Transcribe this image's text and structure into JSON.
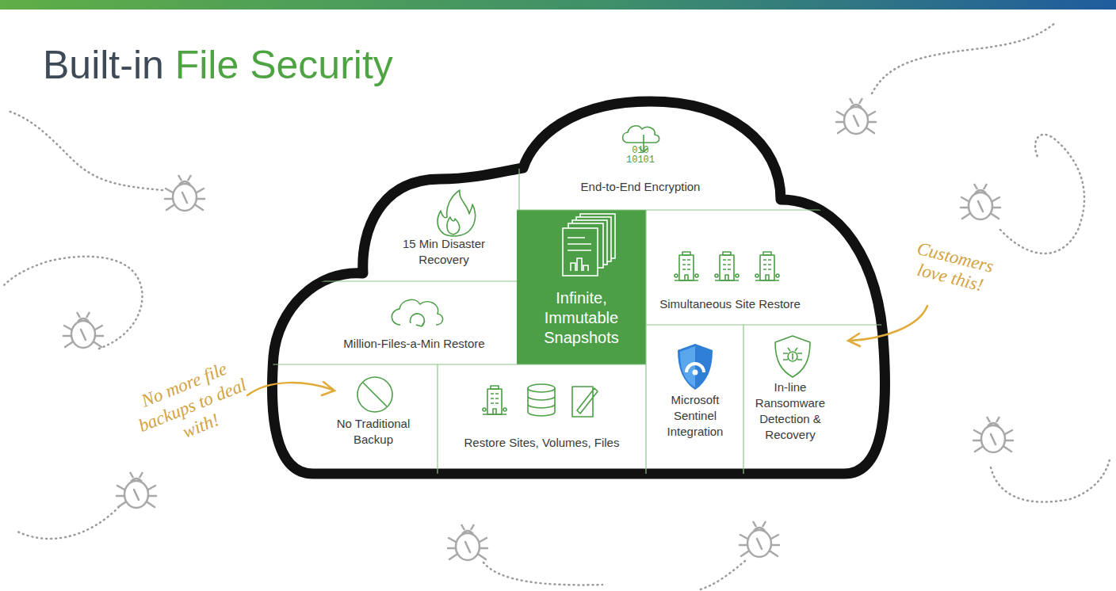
{
  "diagram": {
    "title": "Built-in File Security",
    "nodes": [
      {
        "text": [
          "End-to-End Encryption"
        ]
      },
      {
        "text": [
          "15 Min Disaster Recovery"
        ]
      },
      {
        "text": [
          "Infinite, Immutable Snapshots"
        ]
      },
      {
        "text": [
          "Simultaneous Site Restore"
        ]
      },
      {
        "text": [
          "Million-Files-a-Min Restore"
        ]
      },
      {
        "text": [
          "No Traditional Backup"
        ]
      },
      {
        "text": [
          "Restore Sites, Volumes, Files"
        ]
      },
      {
        "text": [
          "Microsoft Sentinel Integration"
        ]
      },
      {
        "text": [
          "In-line Ransomware Detection & Recovery"
        ]
      }
    ],
    "labels": [
      "010 10101",
      "Customers love this!",
      "No more file backups to deal with!"
    ]
  }
}
